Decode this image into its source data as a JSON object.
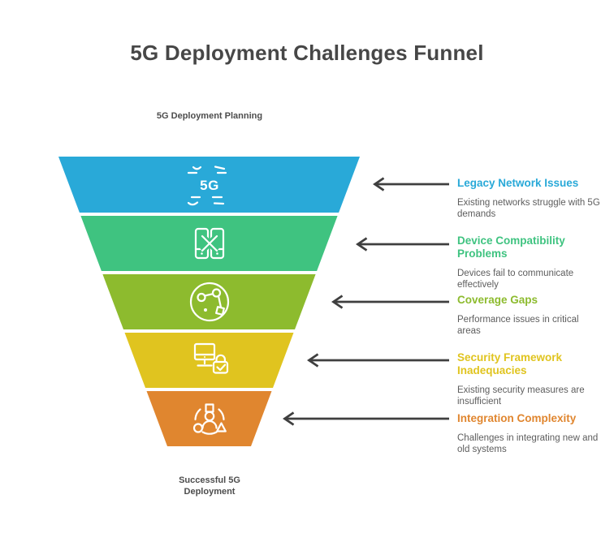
{
  "title": "5G Deployment Challenges Funnel",
  "funnel": {
    "top_label": "5G Deployment Planning",
    "bottom_label": "Successful 5G Deployment",
    "arrow_color": "#3f3f3f",
    "title_color": "#474747",
    "stages": [
      {
        "name": "Legacy Network Issues",
        "description": "Existing networks struggle with 5G demands",
        "color": "#29a9d8",
        "icon": "5g-signal-breakup-icon",
        "icon_text": "5G"
      },
      {
        "name": "Device Compatibility Problems",
        "description": "Devices fail to communicate effectively",
        "color": "#3fc380",
        "icon": "incompatible-phones-icon"
      },
      {
        "name": "Coverage Gaps",
        "description": "Performance issues in critical areas",
        "color": "#8dbb2e",
        "icon": "globe-network-icon"
      },
      {
        "name": "Security Framework Inadequacies",
        "description": "Existing security measures are insufficient",
        "color": "#e0c41f",
        "icon": "computer-lock-icon"
      },
      {
        "name": "Integration Complexity",
        "description": "Challenges in integrating new and old systems",
        "color": "#e0862f",
        "icon": "integration-person-icon"
      }
    ]
  }
}
